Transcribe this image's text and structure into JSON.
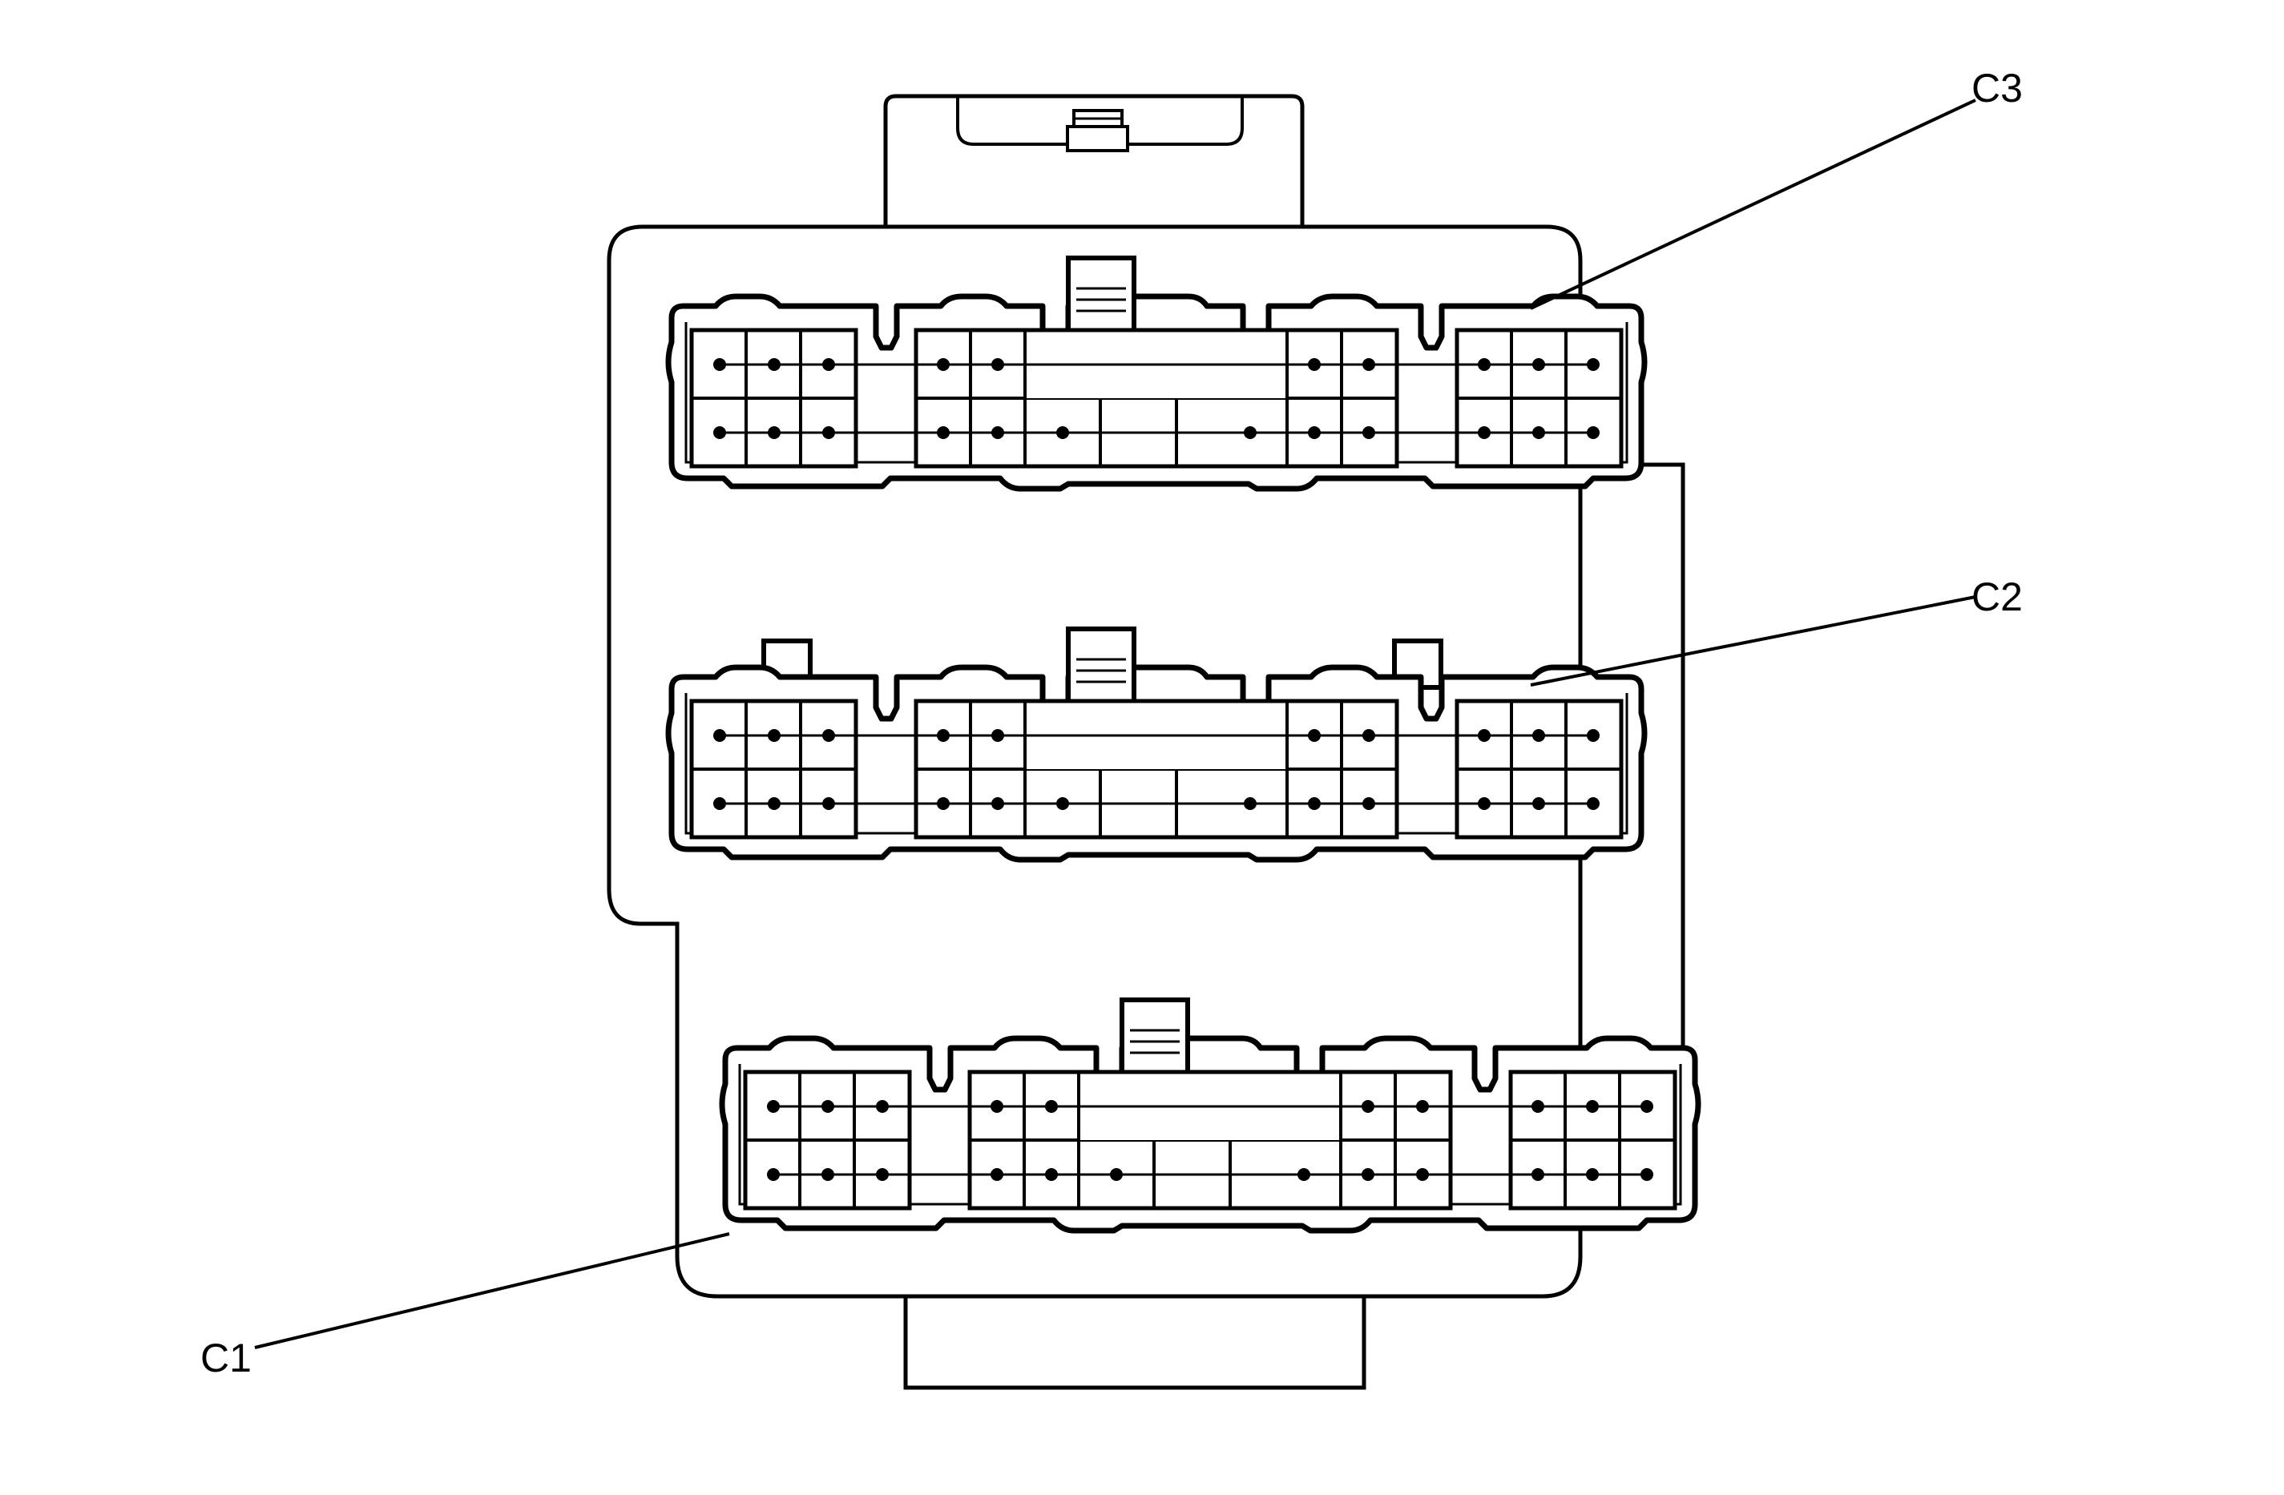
{
  "connectors": [
    {
      "id": "C3",
      "label": "C3"
    },
    {
      "id": "C2",
      "label": "C2"
    },
    {
      "id": "C1",
      "label": "C1"
    }
  ]
}
